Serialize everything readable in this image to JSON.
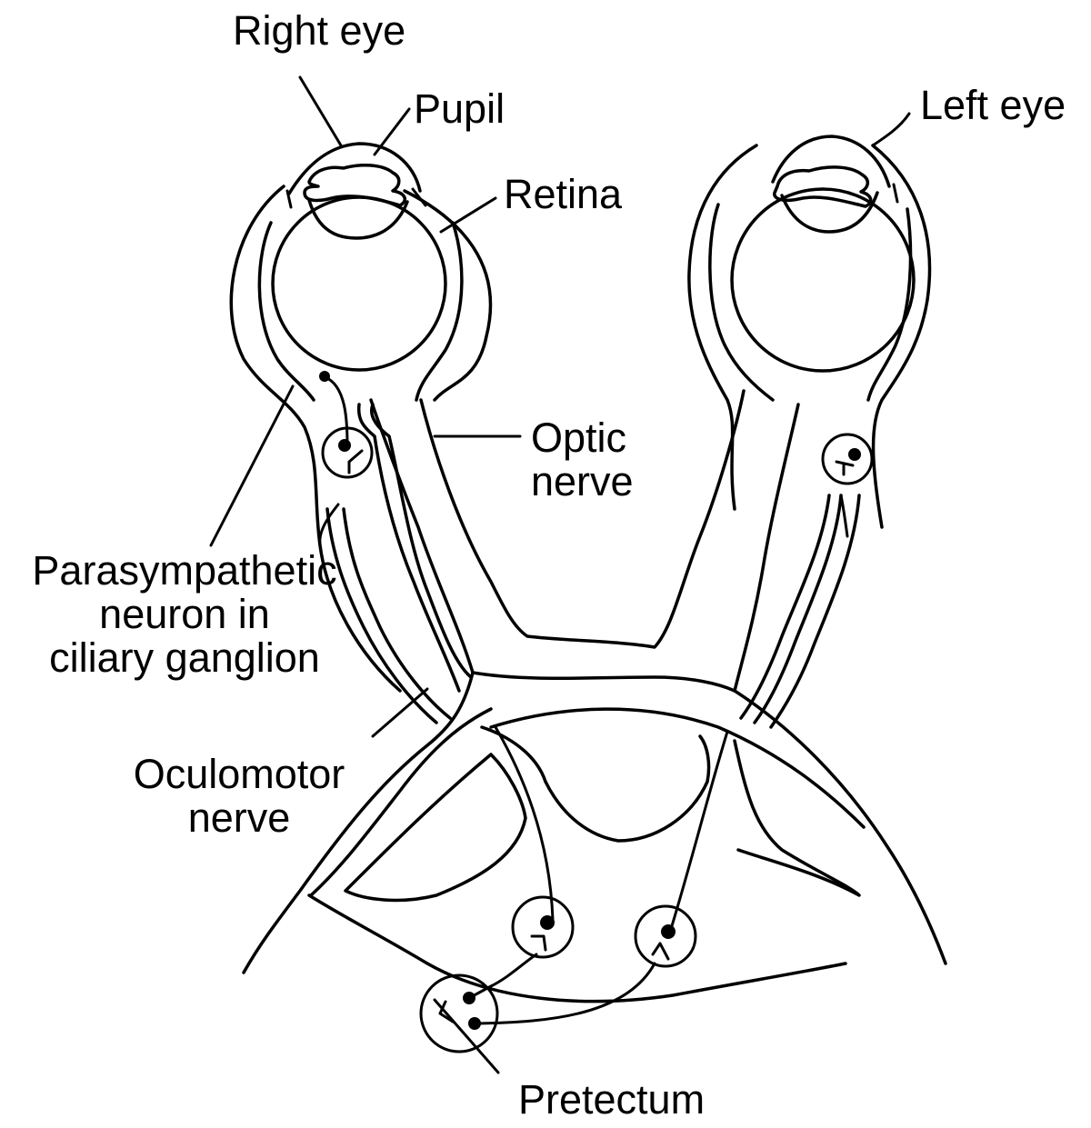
{
  "labels": {
    "right_eye": "Right eye",
    "pupil": "Pupil",
    "left_eye": "Left eye",
    "retina": "Retina",
    "optic_nerve": "Optic\nnerve",
    "parasympathetic_neuron": "Parasympathetic\nneuron in\nciliary ganglion",
    "oculomotor_nerve": "Oculomotor\nnerve",
    "pretectum": "Pretectum"
  }
}
